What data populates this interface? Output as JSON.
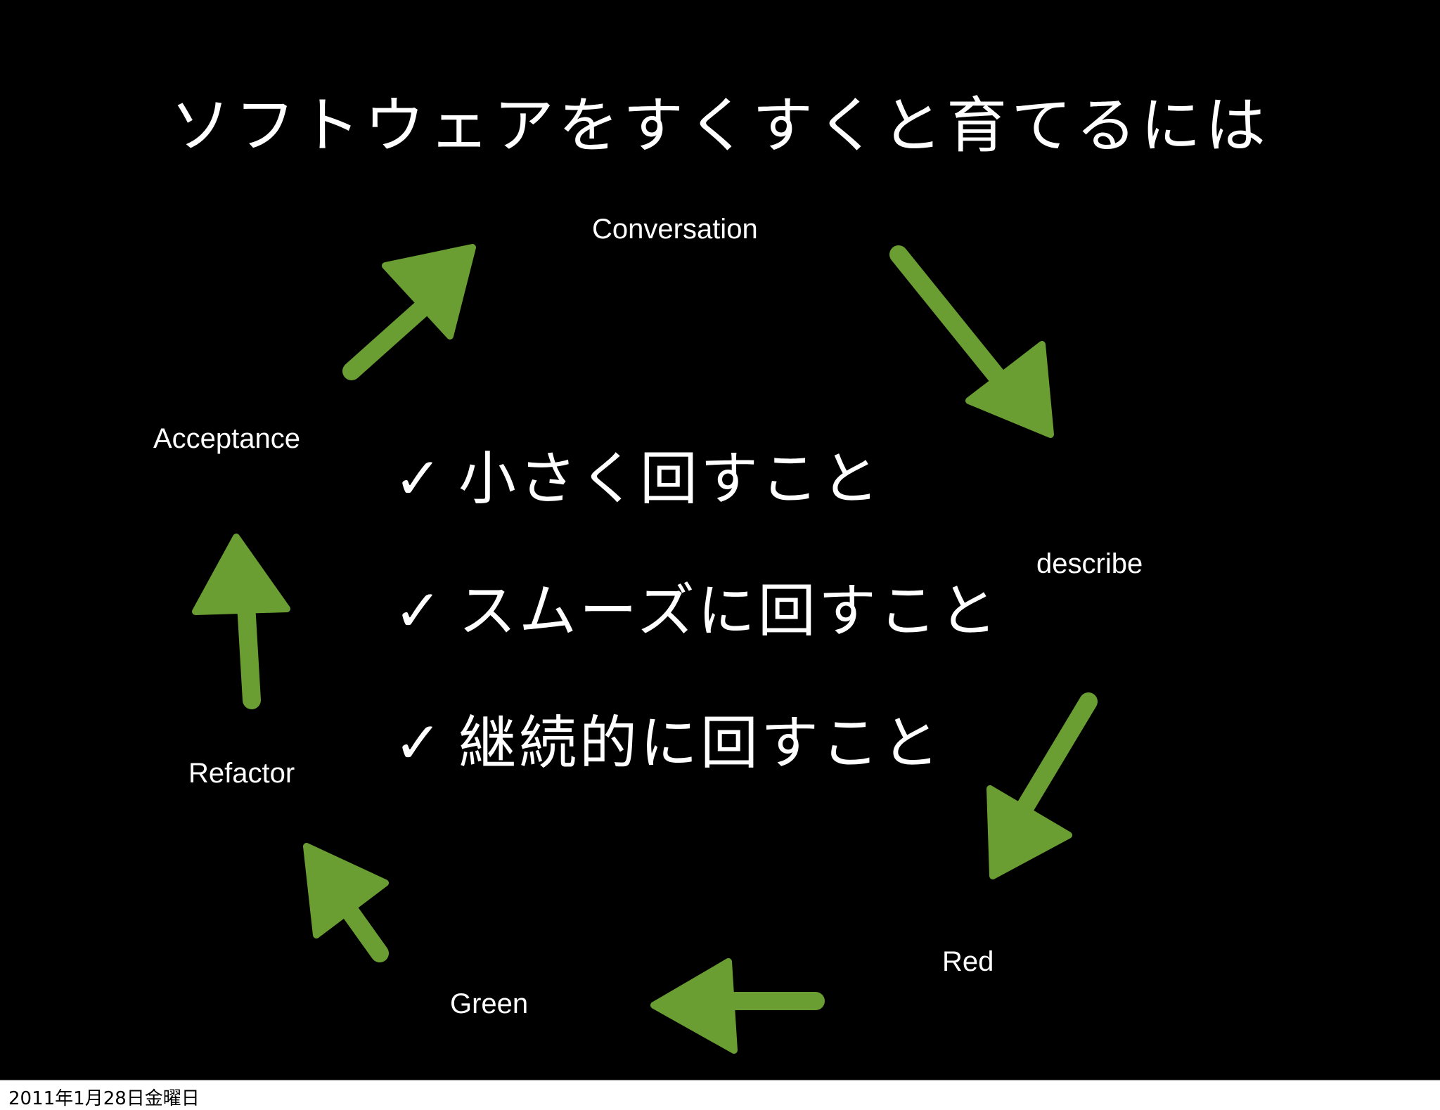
{
  "slide": {
    "title": "ソフトウェアをすくすくと育てるには",
    "cycle_labels": {
      "conversation": "Conversation",
      "describe": "describe",
      "red": "Red",
      "green": "Green",
      "refactor": "Refactor",
      "acceptance": "Acceptance"
    },
    "check_glyph": "✓",
    "bullets": [
      "小さく回すこと",
      "スムーズに回すこと",
      "継続的に回すこと"
    ],
    "arrow_color": "#6a9e32",
    "background_color": "#000000"
  },
  "footer": {
    "date": "2011年1月28日金曜日"
  }
}
